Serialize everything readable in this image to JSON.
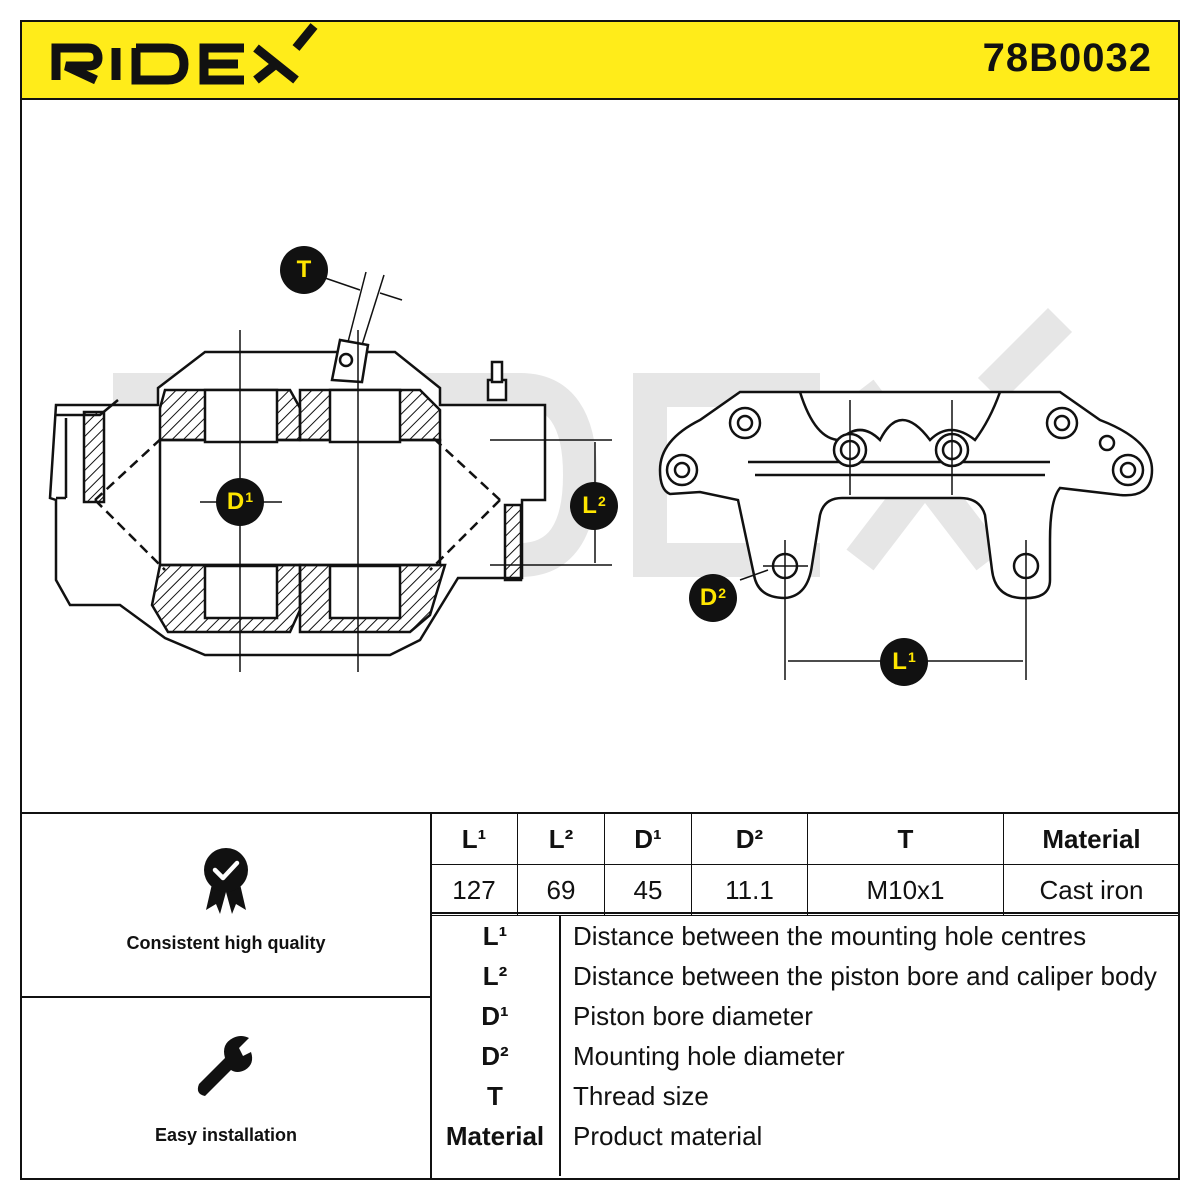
{
  "header": {
    "brand": "RIDEX",
    "part_number": "78B0032",
    "background_color": "#ffec1a"
  },
  "watermark": "RIDEX",
  "callouts": {
    "T": "T",
    "D1": "D",
    "D1_sup": "1",
    "L2": "L",
    "L2_sup": "2",
    "D2": "D",
    "D2_sup": "2",
    "L1": "L",
    "L1_sup": "1",
    "callout_color": "#ffe600"
  },
  "features": [
    {
      "label": "Consistent high quality",
      "icon": "quality-badge-icon"
    },
    {
      "label": "Easy installation",
      "icon": "wrench-icon"
    }
  ],
  "spec_table": {
    "headers": [
      "L¹",
      "L²",
      "D¹",
      "D²",
      "T",
      "Material"
    ],
    "values": [
      "127",
      "69",
      "45",
      "11.1",
      "M10x1",
      "Cast iron"
    ]
  },
  "legend": [
    {
      "key": "L¹",
      "desc": "Distance between the mounting hole centres"
    },
    {
      "key": "L²",
      "desc": "Distance between the piston bore and caliper body"
    },
    {
      "key": "D¹",
      "desc": "Piston bore diameter"
    },
    {
      "key": "D²",
      "desc": "Mounting hole diameter"
    },
    {
      "key": "T",
      "desc": "Thread size"
    },
    {
      "key": "Material",
      "desc": "Product material"
    }
  ]
}
